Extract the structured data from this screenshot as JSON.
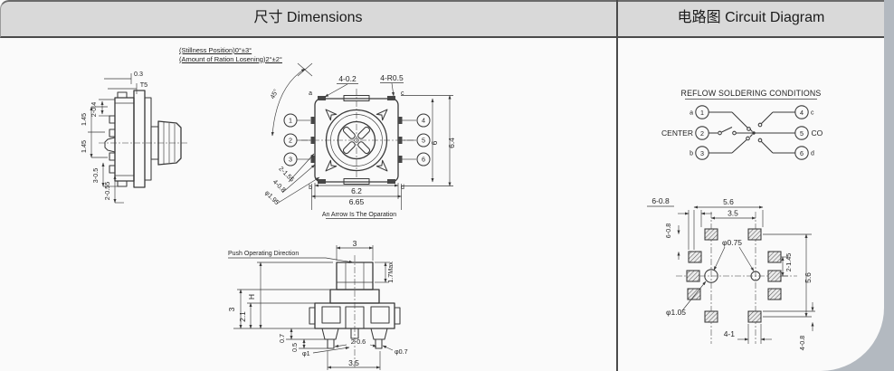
{
  "header": {
    "dimensions_title": "尺寸 Dimensions",
    "circuit_title": "电路图 Circuit Diagram"
  },
  "dimensions_panel": {
    "note_line1": "(Stillness Position)0°±3°",
    "note_line2": "(Amount of Ration Losening)2°±2°",
    "side_view": {
      "dim_03": "0.3",
      "dim_t5": "T5",
      "dim_2_04": "2-0.4",
      "dim_145_a": "1.45",
      "dim_145_b": "1.45",
      "dim_3_05": "3-0.5",
      "dim_2_055": "2-0.55"
    },
    "top_view": {
      "angle_45": "45°",
      "dim_4_02": "4-0.2",
      "dim_4_r05": "4-R0.5",
      "pins_left": [
        "1",
        "2",
        "3"
      ],
      "pins_right": [
        "4",
        "5",
        "6"
      ],
      "corner_a": "a",
      "corner_b": "b",
      "corner_c": "c",
      "corner_d": "d",
      "dim_62": "6.2",
      "dim_665": "6.65",
      "dim_6": "6",
      "dim_64": "6.4",
      "diag_2_155": "2-1.55",
      "diag_4_08": "4-0.8",
      "diag_phi195": "φ1.95",
      "arrow_note": "An Arrow Is The Oparation"
    },
    "front_view": {
      "push_label": "Push Operating Direction",
      "dim_3_top": "3",
      "dim_17max": "1.7Max",
      "dim_h": "H",
      "dim_3": "3",
      "dim_21": "2.1",
      "dim_07": "0.7",
      "dim_05": "0.5",
      "dim_phi1": "φ1",
      "dim_2_06": "2-0.6",
      "dim_phi07": "φ0.7",
      "dim_35": "3.5"
    }
  },
  "circuit_panel": {
    "title": "REFLOW SOLDERING CONDITIONS",
    "schematic": {
      "left": [
        {
          "label": "a",
          "pin": "1"
        },
        {
          "label": "CENTER",
          "pin": "2"
        },
        {
          "label": "b",
          "pin": "3"
        }
      ],
      "right": [
        {
          "pin": "4",
          "label": "c"
        },
        {
          "pin": "5",
          "label": "CO"
        },
        {
          "pin": "6",
          "label": "d"
        }
      ]
    },
    "pcb": {
      "dim_6_08_h": "6-0.8",
      "dim_56_top": "5.6",
      "dim_35": "3.5",
      "dim_6_08_v": "6-0.8",
      "dim_phi075": "φ0.75",
      "dim_2_145": "2-1.45",
      "dim_56_right": "5.6",
      "dim_phi105": "φ1.05",
      "dim_4_1": "4-1",
      "dim_4_08": "4-0.8"
    }
  },
  "colors": {
    "line": "#3a3a3a",
    "header_bg": "#d9d9d9",
    "paper": "#fafafa",
    "gutter": "#b3b9c0",
    "divider": "#4a4a4a"
  }
}
